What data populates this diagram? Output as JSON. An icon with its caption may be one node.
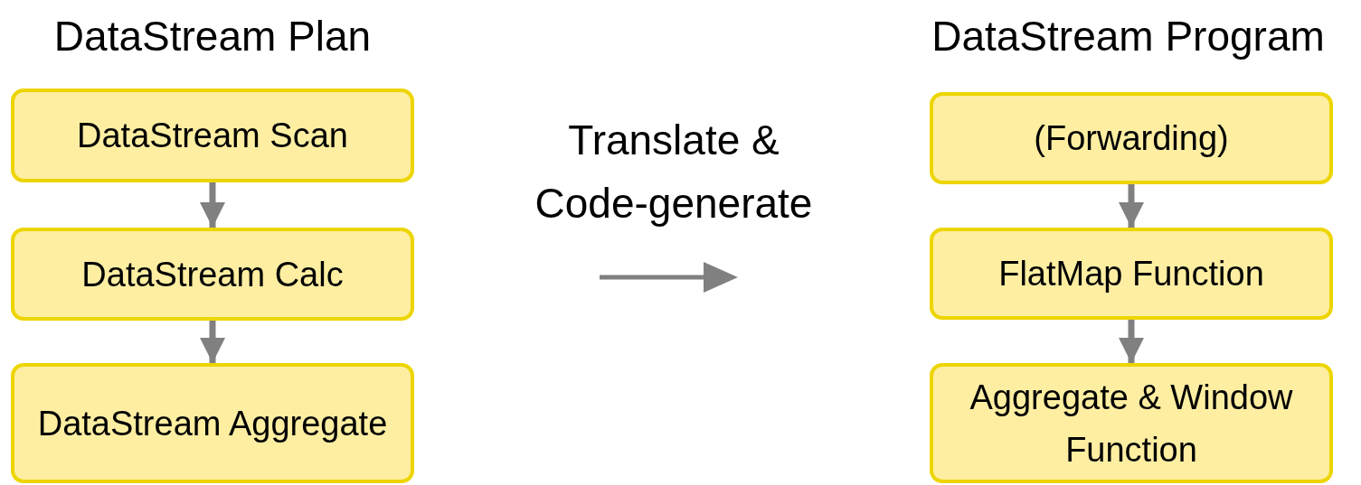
{
  "diagram": {
    "nodes": [
      {
        "text": [
          "DataStream Scan"
        ]
      },
      {
        "text": [
          "DataStream Calc"
        ]
      },
      {
        "text": [
          "DataStream Aggregate"
        ]
      },
      {
        "text": [
          "(Forwarding)"
        ]
      },
      {
        "text": [
          "FlatMap Function"
        ]
      },
      {
        "text": [
          "Aggregate & Window Function"
        ]
      }
    ],
    "edges": [
      {
        "from": 0,
        "to": 1,
        "arrow": "to"
      },
      {
        "from": 1,
        "to": 2,
        "arrow": "to"
      },
      {
        "from": 3,
        "to": 4,
        "arrow": "to"
      },
      {
        "from": 4,
        "to": 5,
        "arrow": "to"
      }
    ],
    "labels": [
      "DataStream Plan",
      "DataStream Program",
      "Translate & Code-generate"
    ]
  }
}
